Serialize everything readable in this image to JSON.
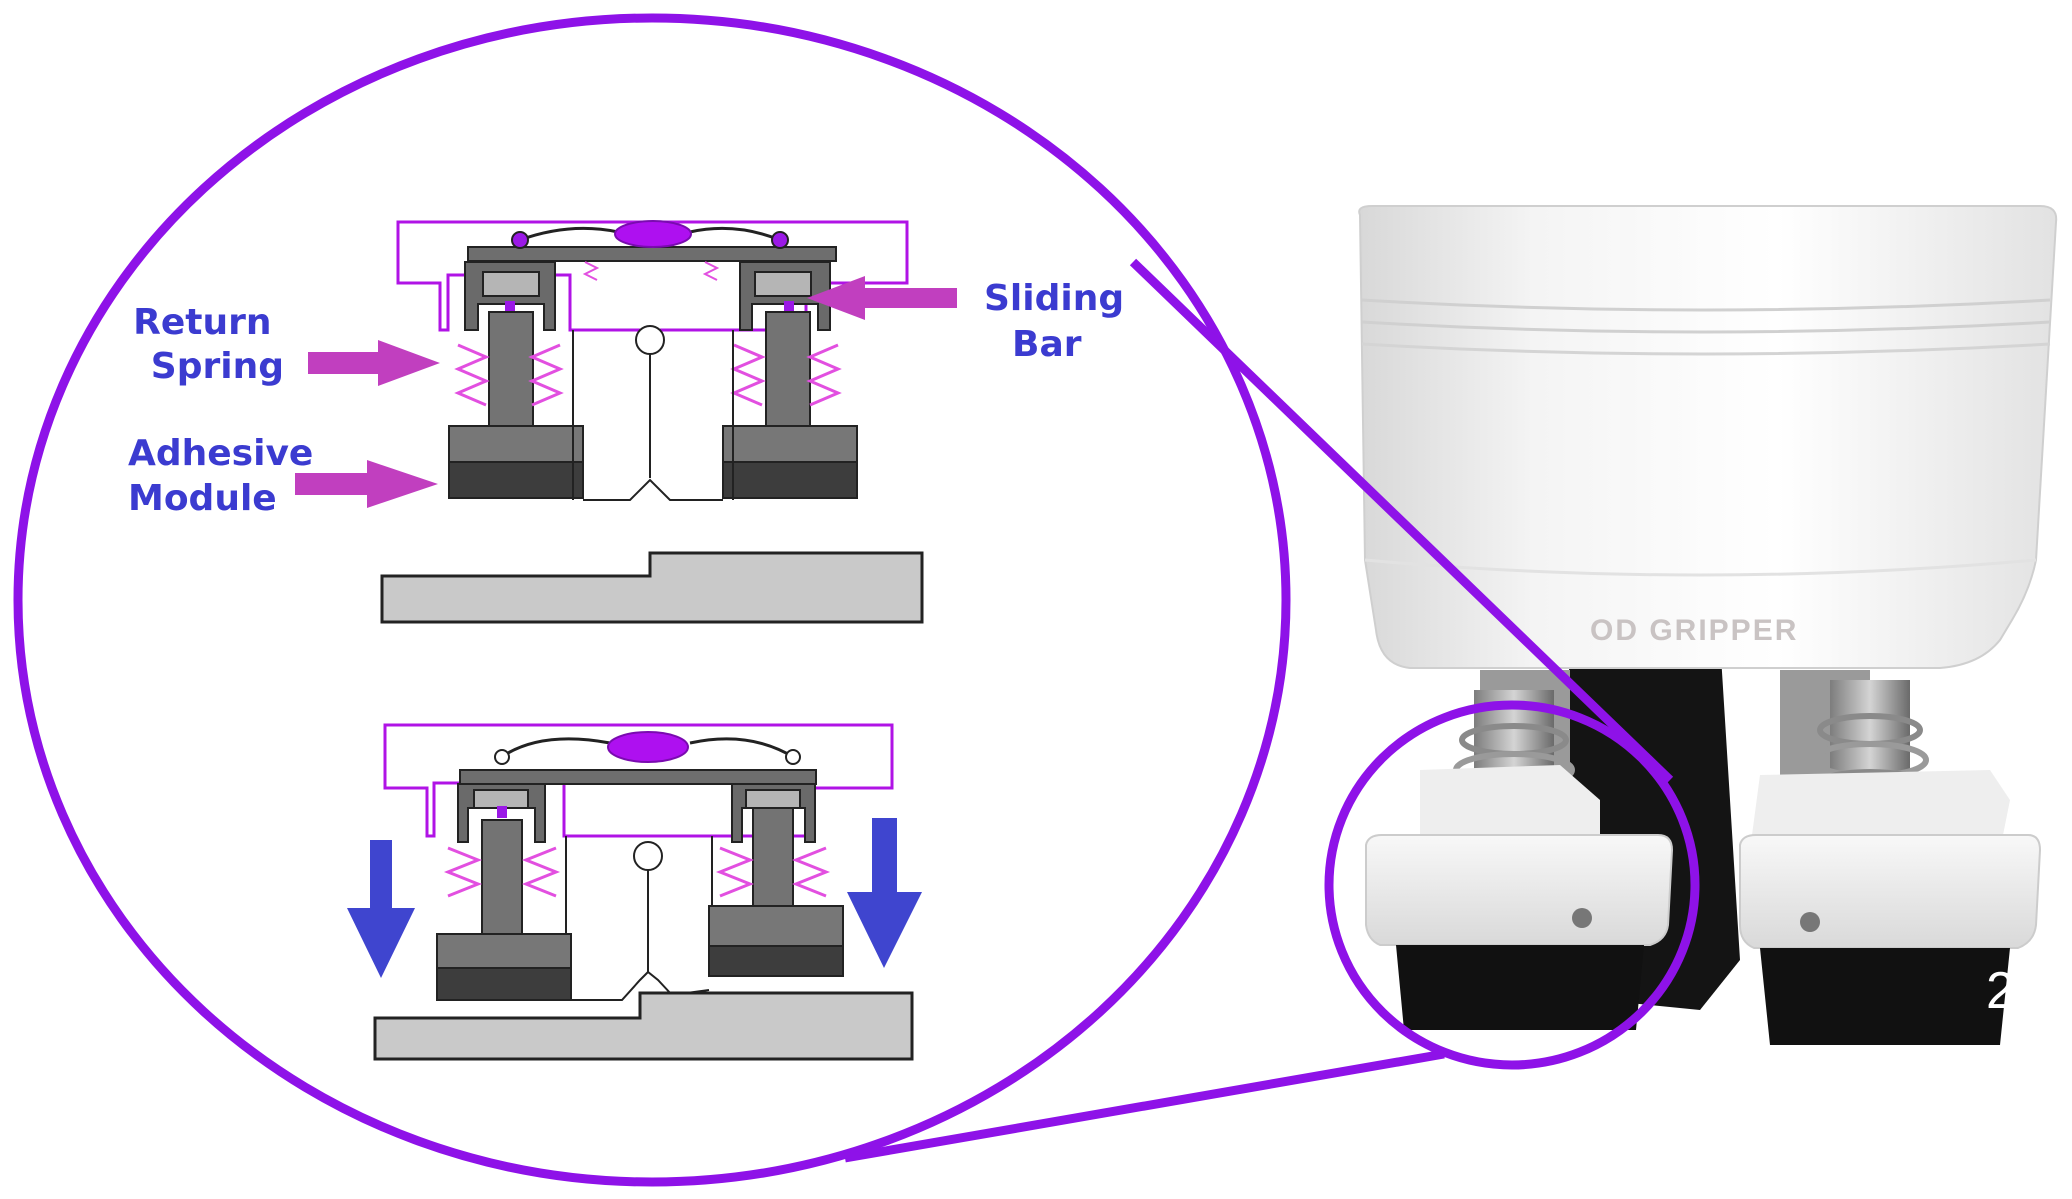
{
  "labels": {
    "return_spring": [
      "Return",
      "Spring"
    ],
    "adhesive_module": [
      "Adhesive",
      "Module"
    ],
    "sliding_bar": [
      "Sliding",
      "Bar"
    ]
  },
  "photo": {
    "housing_text": "OD GRIPPER",
    "corner_text": "2"
  },
  "colors": {
    "outline": "#8e12e8",
    "label": "#3b3bd0",
    "arrow_magenta": "#c13fbf",
    "arrow_blue": "#3f45cf",
    "spring": "#e24fe0",
    "surface": "#c9c9c9"
  }
}
